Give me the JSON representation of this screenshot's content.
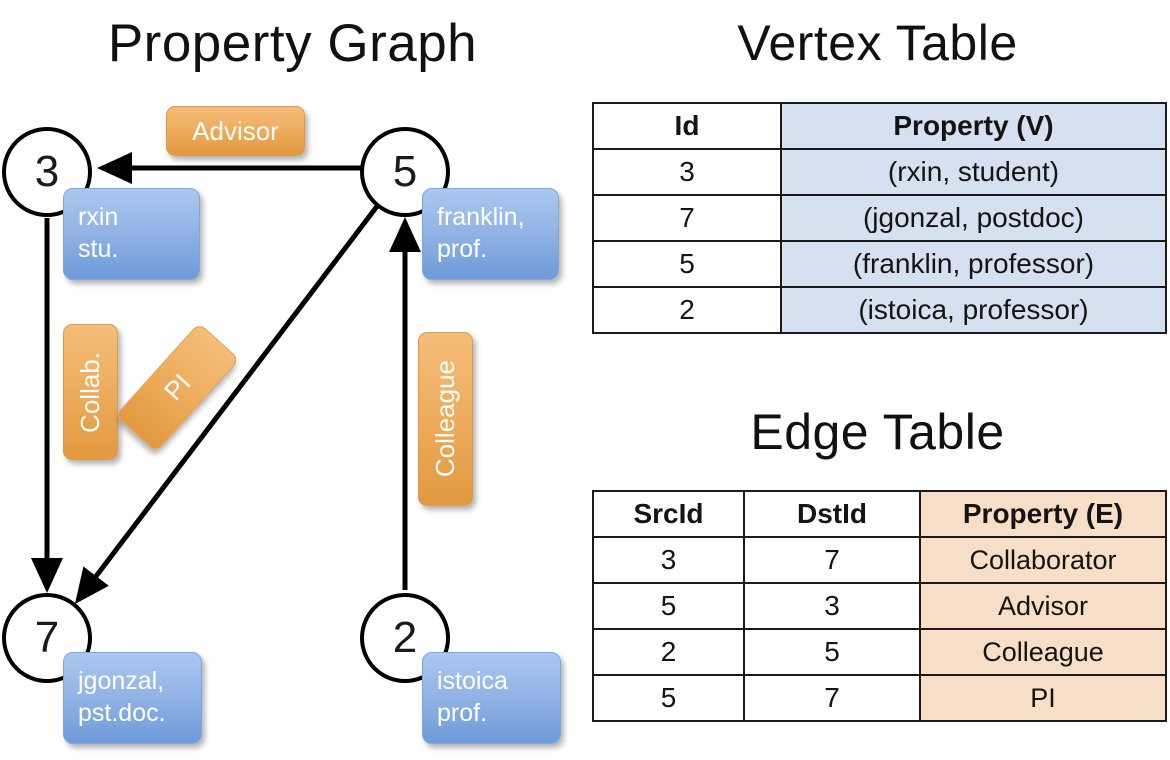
{
  "titles": {
    "property_graph": "Property Graph",
    "vertex_table": "Vertex Table",
    "edge_table": "Edge Table"
  },
  "graph": {
    "nodes": [
      {
        "id": "3",
        "property_line1": "rxin",
        "property_line2": "stu."
      },
      {
        "id": "5",
        "property_line1": "franklin,",
        "property_line2": "prof."
      },
      {
        "id": "7",
        "property_line1": "jgonzal,",
        "property_line2": "pst.doc."
      },
      {
        "id": "2",
        "property_line1": "istoica",
        "property_line2": "prof."
      }
    ],
    "edge_labels": {
      "advisor": "Advisor",
      "collab": "Collab.",
      "pi": "PI",
      "colleague": "Colleague"
    }
  },
  "vertex_table": {
    "headers": [
      "Id",
      "Property (V)"
    ],
    "rows": [
      {
        "id": "3",
        "property": "(rxin, student)"
      },
      {
        "id": "7",
        "property": "(jgonzal, postdoc)"
      },
      {
        "id": "5",
        "property": "(franklin, professor)"
      },
      {
        "id": "2",
        "property": "(istoica, professor)"
      }
    ]
  },
  "edge_table": {
    "headers": [
      "SrcId",
      "DstId",
      "Property (E)"
    ],
    "rows": [
      {
        "src": "3",
        "dst": "7",
        "property": "Collaborator"
      },
      {
        "src": "5",
        "dst": "3",
        "property": "Advisor"
      },
      {
        "src": "2",
        "dst": "5",
        "property": "Colleague"
      },
      {
        "src": "5",
        "dst": "7",
        "property": "PI"
      }
    ]
  },
  "colors": {
    "vertex_property_fill": "#d5e0f0",
    "edge_property_fill": "#f6dfc6",
    "node_property_box": "#93b5e6",
    "edge_label_box": "#eeae5f",
    "stroke": "#000000"
  }
}
